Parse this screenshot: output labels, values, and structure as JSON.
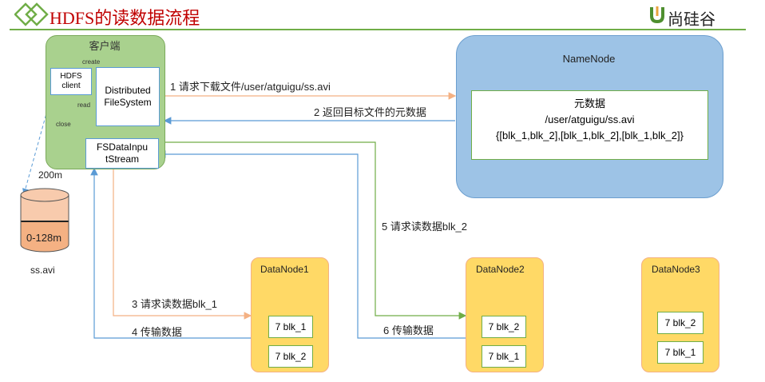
{
  "header": {
    "title": "HDFS的读数据流程",
    "logo_text": "尚硅谷",
    "accent_color": "#c00000",
    "rule_color": "#70ad47"
  },
  "client": {
    "title": "客户端",
    "hdfs_client": [
      "HDFS",
      "client"
    ],
    "distributed_fs": [
      "Distributed",
      "FileSystem"
    ],
    "input_stream": [
      "FSDataInpu",
      "tStream"
    ],
    "arrow_create": "create",
    "arrow_read": "read",
    "arrow_close": "close"
  },
  "file": {
    "size_label": "200m",
    "block_label": "0-128m",
    "name": "ss.avi"
  },
  "namenode": {
    "title": "NameNode",
    "metadata_title": "元数据",
    "metadata_path": "/user/atguigu/ss.avi",
    "metadata_blocks": "{[blk_1,blk_2],[blk_1,blk_2],[blk_1,blk_2]}"
  },
  "datanodes": [
    {
      "name": "DataNode1",
      "blocks": [
        "7 blk_1",
        "7 blk_2"
      ]
    },
    {
      "name": "DataNode2",
      "blocks": [
        "7 blk_2",
        "7 blk_1"
      ]
    },
    {
      "name": "DataNode3",
      "blocks": [
        "7 blk_2",
        "7 blk_1"
      ]
    }
  ],
  "steps": {
    "s1": "1 请求下载文件/user/atguigu/ss.avi",
    "s2": "2 返回目标文件的元数据",
    "s3": "3 请求读数据blk_1",
    "s4": "4 传输数据",
    "s5": "5 请求读数据blk_2",
    "s6": "6 传输数据"
  }
}
